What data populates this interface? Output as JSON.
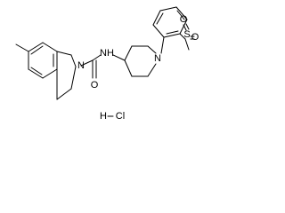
{
  "molecule": {
    "atoms": {
      "n_indoline": "N",
      "carbonyl_o": "O",
      "amide_nh": "NH",
      "n_piperidine": "N",
      "sulfonyl_s": "S",
      "sulfonyl_o_top": "O",
      "sulfonyl_o_right": "O"
    },
    "salt": {
      "h": "H",
      "cl": "Cl"
    }
  }
}
